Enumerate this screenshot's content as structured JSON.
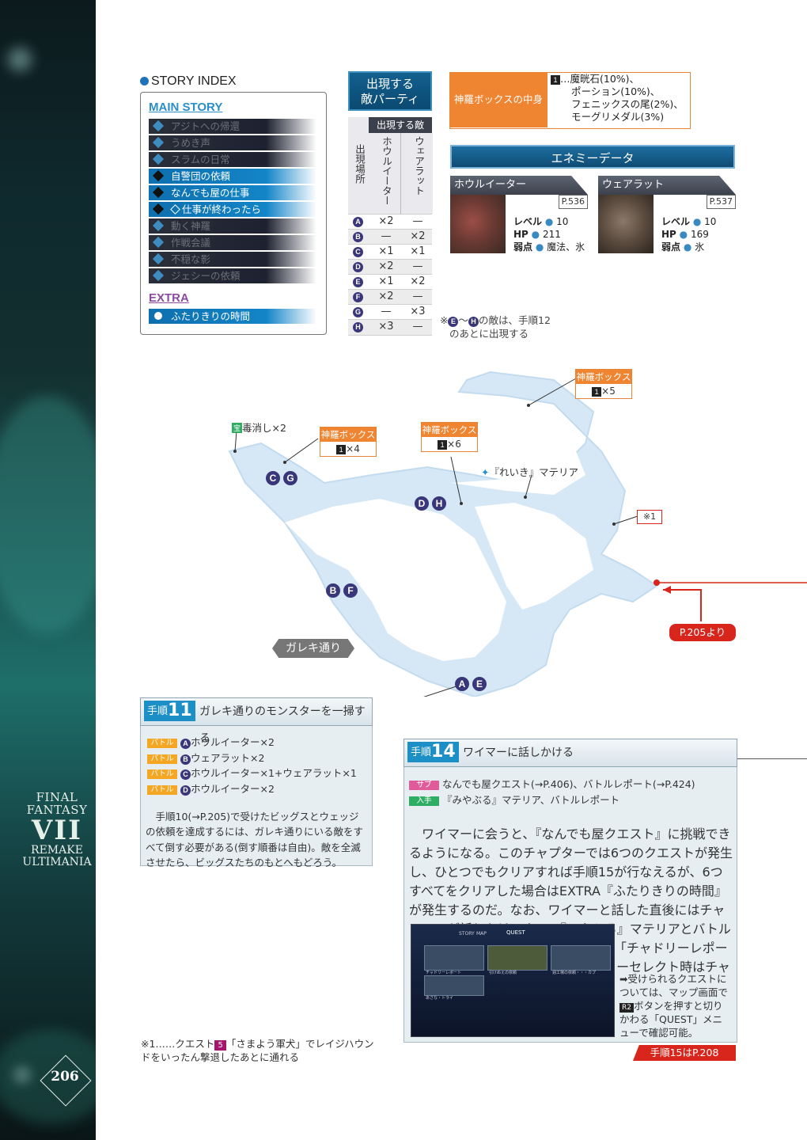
{
  "sidebar": {
    "logo_line1": "FINAL FANTASY",
    "logo_line2": "VII",
    "logo_line3": "REMAKE",
    "logo_line4": "ULTIMANIA",
    "page_number": "206"
  },
  "story_index": {
    "title": "STORY INDEX",
    "main_label": "MAIN STORY",
    "main_items": [
      {
        "label": "アジトへの帰還",
        "active": false
      },
      {
        "label": "うめき声",
        "active": false
      },
      {
        "label": "スラムの日常",
        "active": false
      },
      {
        "label": "自警団の依頼",
        "active": true
      },
      {
        "label": "なんでも屋の仕事",
        "active": true
      },
      {
        "label": "仕事が終わったら",
        "active": true
      },
      {
        "label": "動く神羅",
        "active": false
      },
      {
        "label": "作戦会議",
        "active": false
      },
      {
        "label": "不穏な影",
        "active": false
      },
      {
        "label": "ジェシーの依頼",
        "active": false
      }
    ],
    "extra_label": "EXTRA",
    "extra_items": [
      {
        "label": "ふたりきりの時間"
      }
    ]
  },
  "enemy_party": {
    "title_line1": "出現する",
    "title_line2": "敵パーティ",
    "header": "出現する敵",
    "place_label": "出現場所",
    "col1": "ホウルイーター",
    "col2": "ウェアラット",
    "rows": [
      {
        "id": "A",
        "c1": "×2",
        "c2": "—"
      },
      {
        "id": "B",
        "c1": "—",
        "c2": "×2"
      },
      {
        "id": "C",
        "c1": "×1",
        "c2": "×1"
      },
      {
        "id": "D",
        "c1": "×2",
        "c2": "—"
      },
      {
        "id": "E",
        "c1": "×1",
        "c2": "×2"
      },
      {
        "id": "F",
        "c1": "×2",
        "c2": "—"
      },
      {
        "id": "G",
        "c1": "—",
        "c2": "×3"
      },
      {
        "id": "H",
        "c1": "×3",
        "c2": "—"
      }
    ]
  },
  "shinra_box": {
    "label": "神羅ボックスの中身",
    "icon": "1",
    "lines": [
      "…魔晄石(10%)、",
      "ポーション(10%)、",
      "フェニックスの尾(2%)、",
      "モーグリメダル(3%)"
    ]
  },
  "enemy_data": {
    "title": "エネミーデータ",
    "enemies": [
      {
        "name": "ホウルイーター",
        "page": "P.536",
        "level_label": "レベル",
        "level": "10",
        "hp_label": "HP",
        "hp": "211",
        "weak_label": "弱点",
        "weak": "魔法、氷"
      },
      {
        "name": "ウェアラット",
        "page": "P.537",
        "level_label": "レベル",
        "level": "10",
        "hp_label": "HP",
        "hp": "169",
        "weak_label": "弱点",
        "weak": "氷"
      }
    ]
  },
  "enemy_note": {
    "mark": "※",
    "from": "E",
    "sep": "〜",
    "to": "H",
    "text1": "の敵は、手順12",
    "text2": "のあとに出現する"
  },
  "map": {
    "callouts": [
      {
        "title": "神羅ボックス",
        "icon": "1",
        "value": "×5"
      },
      {
        "title": "神羅ボックス",
        "icon": "1",
        "value": "×4"
      },
      {
        "title": "神羅ボックス",
        "icon": "1",
        "value": "×6"
      }
    ],
    "treasure_icon": "宝",
    "treasure": "毒消し×2",
    "materia": "『れいき』マテリア",
    "note_mark": "※1",
    "street": "ガレキ通り",
    "from_page": "P.205より",
    "markers": [
      {
        "ids": [
          "C",
          "G"
        ]
      },
      {
        "ids": [
          "D",
          "H"
        ]
      },
      {
        "ids": [
          "B",
          "F"
        ]
      },
      {
        "ids": [
          "A",
          "E"
        ]
      }
    ]
  },
  "step11": {
    "label": "手順",
    "no": "11",
    "title": "ガレキ通りのモンスターを一掃する",
    "battles": [
      {
        "tag": "バトル",
        "id": "A",
        "text": "ホウルイーター×2"
      },
      {
        "tag": "バトル",
        "id": "B",
        "text": "ウェアラット×2"
      },
      {
        "tag": "バトル",
        "id": "C",
        "text": "ホウルイーター×1+ウェアラット×1"
      },
      {
        "tag": "バトル",
        "id": "D",
        "text": "ホウルイーター×2"
      }
    ],
    "body": "手順10(→P.205)で受けたビッグスとウェッジの依頼を達成するには、ガレキ通りにいる敵をすべて倒す必要がある(倒す順番は自由)。敵を全滅させたら、ビッグスたちのもとへもどろう。"
  },
  "step14": {
    "label": "手順",
    "no": "14",
    "title": "ワイマーに話しかける",
    "sub_tag": "サブ",
    "sub_text": "なんでも屋クエスト(→P.406)、バトルレポート(→P.424)",
    "get_tag": "入手",
    "get_text": "『みやぶる』マテリア、バトルレポート",
    "body_a": "ワイマーに会うと、『なんでも屋クエスト』に挑戦できるようになる。このチャプターでは6つのクエストが発生し、ひとつでもクリアすれば手順15が行なえるが、6つすべてをクリアした場合はEXTRA『ふたりきりの時間』が発生するのだ。なお、ワイマーと話した直後にはチャドリーが話しかけてきて、『みやぶる』マテリアとバトルレポートが手に入り、クエスト",
    "quest_no": "1",
    "body_b": "「チャドリーレポート」が自動的に開始される(チャプターセレクト時はチャドリーが話しかけてこない)。",
    "screenshot": {
      "tab1": "STORY",
      "tab2": "MAP",
      "tab3": "QUEST",
      "card1": "チャドリーレポート",
      "card2": "引けぬえの依頼",
      "card3": "週工場の依頼・・・カプ",
      "card4": "あさな・トライ"
    },
    "caption_a": "➡受けられるクエストについては、マップ画面で",
    "caption_btn": "R2",
    "caption_b": "ボタンを押すと切りかわる「QUEST」メニューで確認可能。",
    "next": "手順15はP.208"
  },
  "footnote": {
    "mark": "※1……クエスト",
    "quest_no": "5",
    "text": "「さまよう軍犬」でレイジハウンドをいったん撃退したあとに通れる"
  }
}
